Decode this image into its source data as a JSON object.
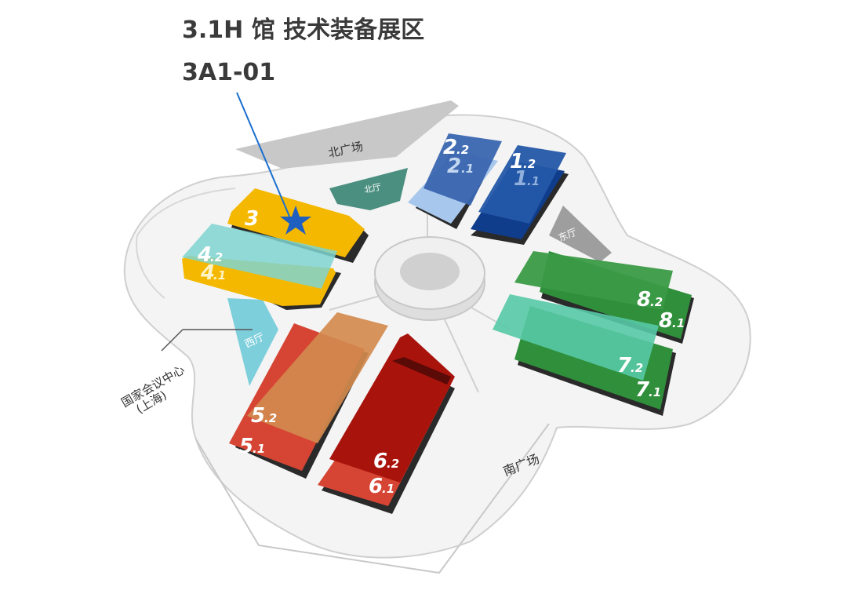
{
  "header": {
    "hall_title": "3.1H 馆 技术装备展区",
    "booth_code": "3A1-01"
  },
  "map": {
    "plazas": {
      "north": "北广场",
      "south": "南广场"
    },
    "lobbies": {
      "north": "北厅",
      "east": "东厅",
      "west": "西厅"
    },
    "venue_label_line1": "国家会议中心",
    "venue_label_line2": "(上海)",
    "halls": [
      {
        "main": "1",
        "sub": ".2",
        "color": "#1f4fa0"
      },
      {
        "main": "1",
        "sub": ".1",
        "color": "#0f3d8c"
      },
      {
        "main": "2",
        "sub": ".2",
        "color": "#3a66b0"
      },
      {
        "main": "2",
        "sub": ".1",
        "color": "#7fa8dc"
      },
      {
        "main": "3",
        "sub": "",
        "color": "#f5b800"
      },
      {
        "main": "4",
        "sub": ".2",
        "color": "#7fd3d0"
      },
      {
        "main": "4",
        "sub": ".1",
        "color": "#f5b800"
      },
      {
        "main": "5",
        "sub": ".2",
        "color": "#d38a4e"
      },
      {
        "main": "5",
        "sub": ".1",
        "color": "#d64534"
      },
      {
        "main": "6",
        "sub": ".2",
        "color": "#a8130c"
      },
      {
        "main": "6",
        "sub": ".1",
        "color": "#d64534"
      },
      {
        "main": "7",
        "sub": ".2",
        "color": "#57c9a6"
      },
      {
        "main": "7",
        "sub": ".1",
        "color": "#2f8f3a"
      },
      {
        "main": "8",
        "sub": ".2",
        "color": "#3a9a45"
      },
      {
        "main": "8",
        "sub": ".1",
        "color": "#2f8f3a"
      }
    ],
    "marker_color": "#1f5fc0",
    "pointer_color": "#1a6fcf"
  }
}
